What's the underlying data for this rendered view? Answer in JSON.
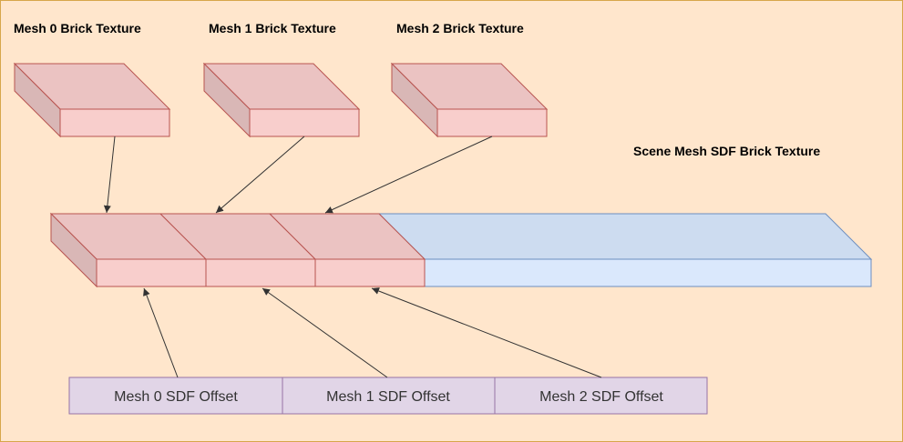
{
  "labels": {
    "mesh0": "Mesh 0 Brick Texture",
    "mesh1": "Mesh 1 Brick Texture",
    "mesh2": "Mesh 2 Brick Texture",
    "scene": "Scene Mesh SDF Brick Texture"
  },
  "offsets": {
    "mesh0": "Mesh 0 SDF Offset",
    "mesh1": "Mesh 1 SDF Offset",
    "mesh2": "Mesh 2 SDF Offset"
  },
  "colors": {
    "background": "#FFE6CC",
    "border": "#D7A64A",
    "red_front": "#F8CECC",
    "red_top": "#EBC3C2",
    "red_side": "#D9B7B6",
    "red_stroke": "#B85450",
    "blue_front": "#DAE8FC",
    "blue_top": "#CDDCF0",
    "blue_stroke": "#6C8EBF",
    "purple_fill": "#E1D5E7",
    "purple_stroke": "#9673A6",
    "arrow": "#333333"
  }
}
